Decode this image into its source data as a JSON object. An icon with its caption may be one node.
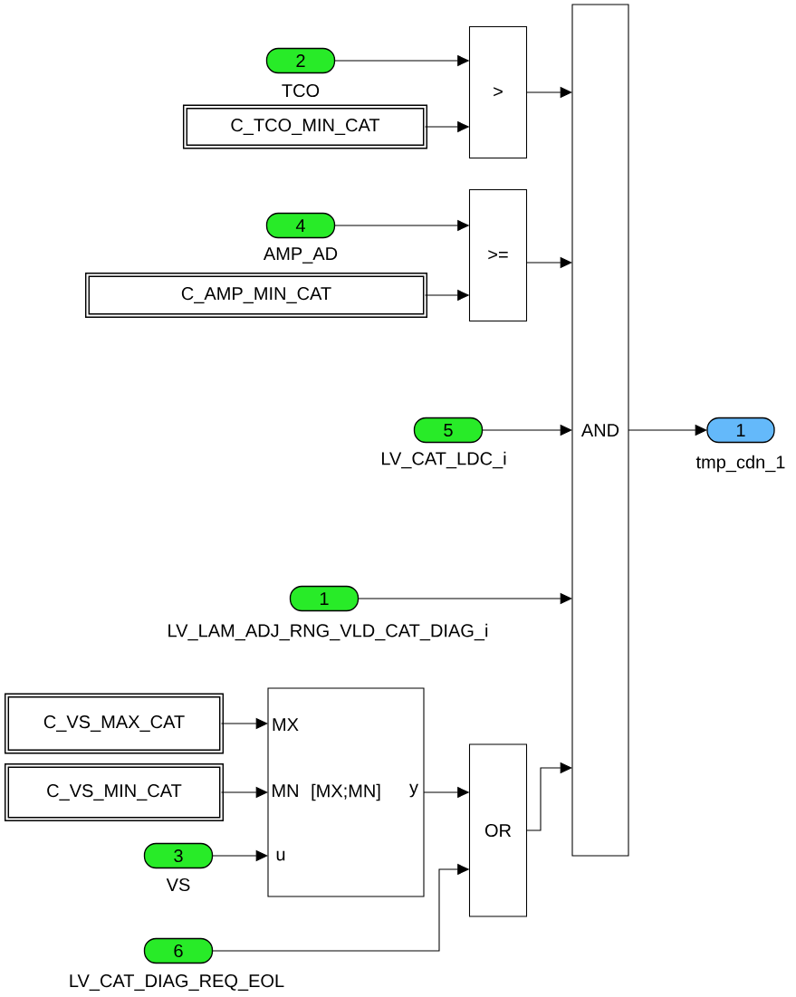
{
  "diagram": {
    "nodes": [
      {
        "text": [
          "2"
        ],
        "beside": [
          "TCO"
        ]
      },
      {
        "text": [
          "C_TCO_MIN_CAT"
        ]
      },
      {
        "text": [
          ">"
        ]
      },
      {
        "text": [
          "4"
        ],
        "beside": [
          "AMP_AD"
        ]
      },
      {
        "text": [
          "C_AMP_MIN_CAT"
        ]
      },
      {
        "text": [
          ">="
        ]
      },
      {
        "text": [
          "5"
        ],
        "beside": [
          "LV_CAT_LDC_i"
        ]
      },
      {
        "text": [
          "1"
        ],
        "beside": [
          "LV_LAM_ADJ_RNG_VLD_CAT_DIAG_i"
        ]
      },
      {
        "text": [
          "C_VS_MAX_CAT"
        ]
      },
      {
        "text": [
          "C_VS_MIN_CAT"
        ]
      },
      {
        "text": [
          "3"
        ],
        "beside": [
          "VS"
        ]
      },
      {
        "text": [
          "MX",
          "MN",
          "[MX;MN]",
          "u",
          "y"
        ]
      },
      {
        "text": [
          "OR"
        ]
      },
      {
        "text": [
          "6"
        ],
        "beside": [
          "LV_CAT_DIAG_REQ_EOL"
        ]
      },
      {
        "text": [
          "AND"
        ]
      },
      {
        "text": [
          "1"
        ],
        "beside": [
          "tmp_cdn_1"
        ]
      }
    ],
    "edges": [
      {
        "from": 0,
        "to": 2,
        "arrow": "to"
      },
      {
        "from": 1,
        "to": 2,
        "arrow": "to"
      },
      {
        "from": 3,
        "to": 5,
        "arrow": "to"
      },
      {
        "from": 4,
        "to": 5,
        "arrow": "to"
      },
      {
        "from": 2,
        "to": 14,
        "arrow": "to"
      },
      {
        "from": 5,
        "to": 14,
        "arrow": "to"
      },
      {
        "from": 6,
        "to": 14,
        "arrow": "to"
      },
      {
        "from": 7,
        "to": 14,
        "arrow": "to"
      },
      {
        "from": 8,
        "to": 11,
        "arrow": "to"
      },
      {
        "from": 9,
        "to": 11,
        "arrow": "to"
      },
      {
        "from": 10,
        "to": 11,
        "arrow": "to"
      },
      {
        "from": 11,
        "to": 12,
        "arrow": "to"
      },
      {
        "from": 13,
        "to": 12,
        "arrow": "to"
      },
      {
        "from": 12,
        "to": 14,
        "arrow": "to"
      },
      {
        "from": 14,
        "to": 15,
        "arrow": "to"
      }
    ]
  }
}
